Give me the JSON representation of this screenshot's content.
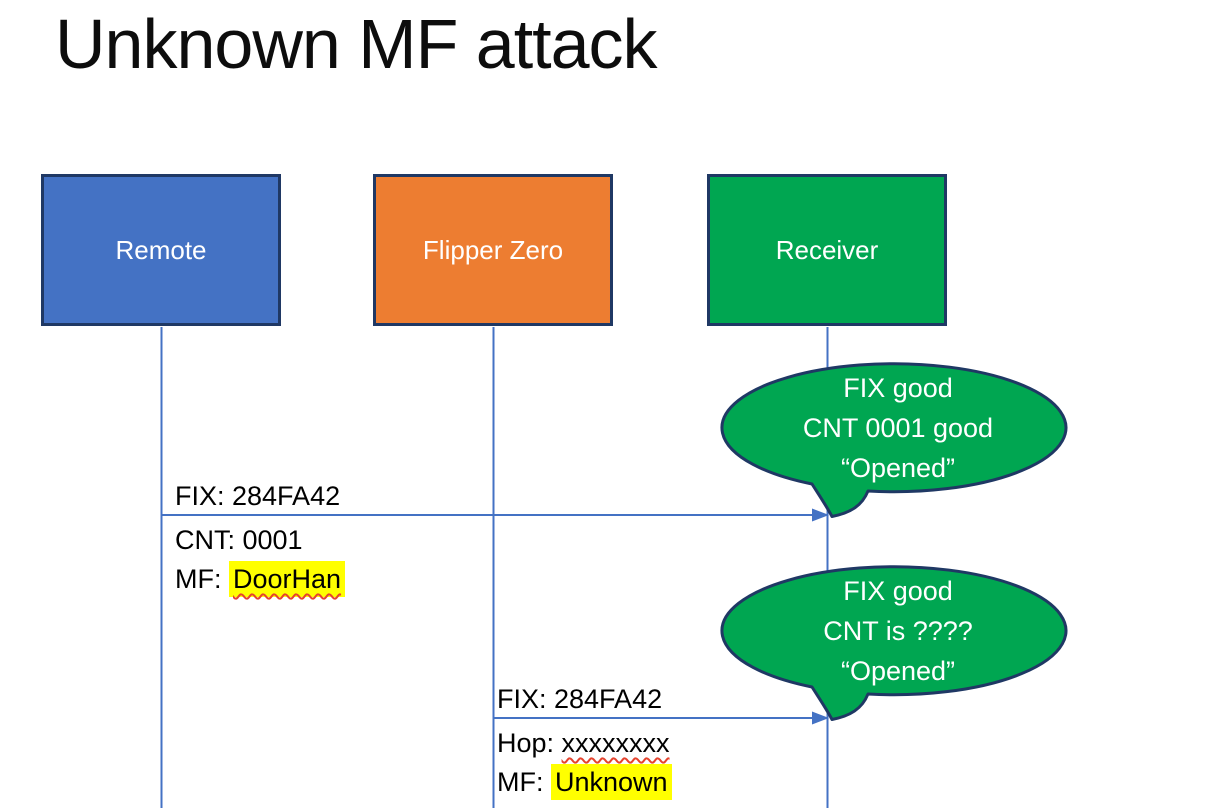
{
  "title": "Unknown MF attack",
  "actors": [
    {
      "label": "Remote",
      "color": "#4472C4"
    },
    {
      "label": "Flipper Zero",
      "color": "#ED7D31"
    },
    {
      "label": "Receiver",
      "color": "#00A651"
    }
  ],
  "messages": [
    {
      "above": "FIX: 284FA42",
      "below": [
        {
          "prefix": "CNT: ",
          "value": "0001"
        },
        {
          "prefix": "MF: ",
          "value": "DoorHan"
        }
      ]
    },
    {
      "above": "FIX: 284FA42",
      "below": [
        {
          "prefix": "Hop: ",
          "value": "xxxxxxxx"
        },
        {
          "prefix": "MF: ",
          "value": "Unknown"
        }
      ]
    }
  ],
  "bubbles": [
    {
      "lines": [
        "FIX good",
        "CNT 0001 good",
        "“Opened”"
      ]
    },
    {
      "lines": [
        "FIX good",
        "CNT is ????",
        "“Opened”"
      ]
    }
  ],
  "colors": {
    "actor_border": "#1F3864",
    "lifeline": "#4472C4",
    "arrow": "#4472C4",
    "bubble_fill": "#00A651",
    "bubble_border": "#1F3864",
    "highlight": "#FFFF00",
    "squiggle": "#E5432E",
    "text": "#000000",
    "bubble_text": "#FFFFFF"
  }
}
